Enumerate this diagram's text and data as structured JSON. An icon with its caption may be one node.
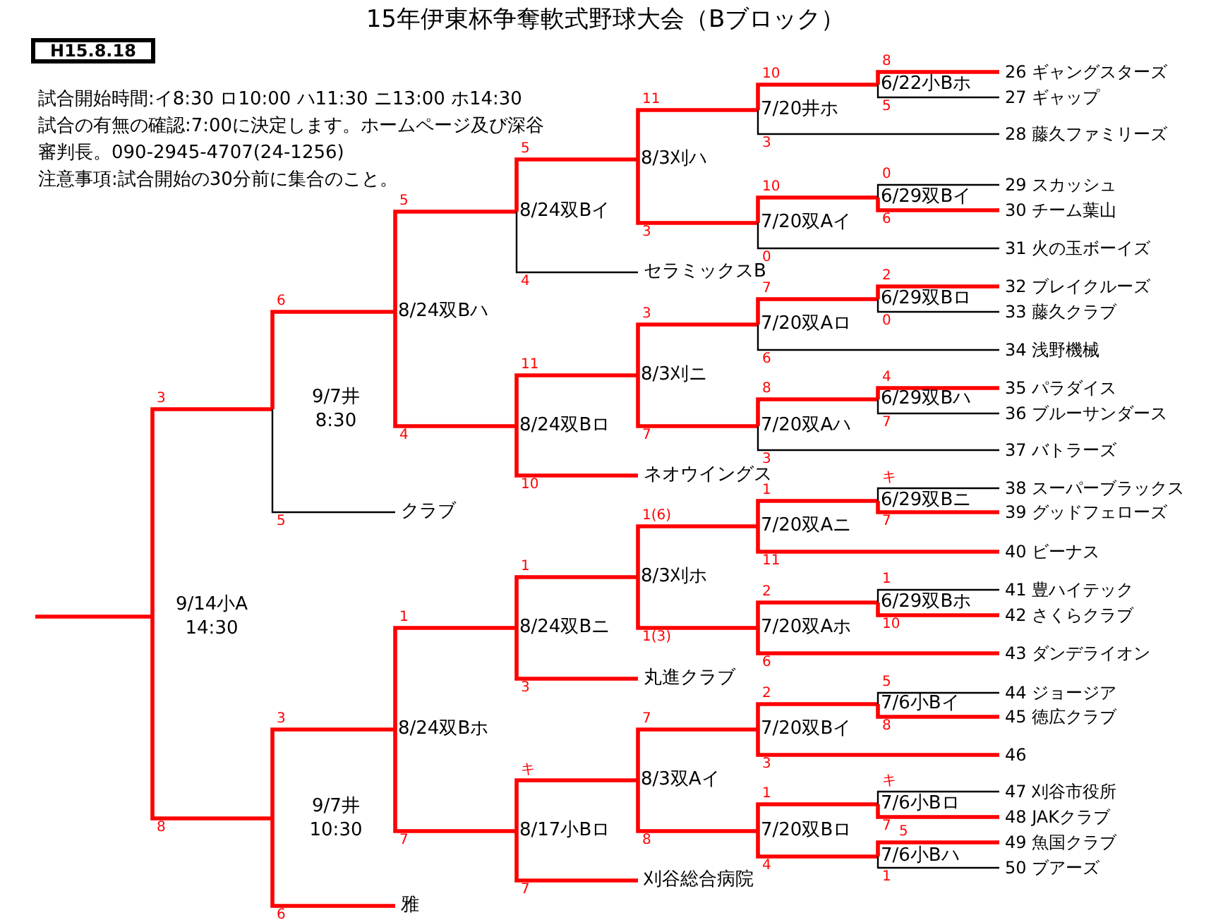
{
  "diagram": {
    "title": "15年伊東杯争奪軟式野球大会（Bブロック）",
    "nodes": [
      {
        "text": [
          "H15.8.18"
        ]
      },
      {
        "text": [
          "9/14小A 14:30"
        ]
      },
      {
        "text": [
          "9/7井 8:30"
        ]
      },
      {
        "text": [
          "9/7井 10:30"
        ]
      },
      {
        "text": [
          "8/24双Bハ"
        ]
      },
      {
        "text": [
          "8/24双Bホ"
        ]
      },
      {
        "text": [
          "8/24双Bイ"
        ]
      },
      {
        "text": [
          "8/24双Bロ"
        ]
      },
      {
        "text": [
          "8/24双Bニ"
        ]
      },
      {
        "text": [
          "8/17小Bロ"
        ]
      },
      {
        "text": [
          "8/3刈ハ"
        ]
      },
      {
        "text": [
          "8/3刈ニ"
        ]
      },
      {
        "text": [
          "8/3刈ホ"
        ]
      },
      {
        "text": [
          "8/3双Aイ"
        ]
      },
      {
        "text": [
          "7/20井ホ"
        ]
      },
      {
        "text": [
          "7/20双Aイ"
        ]
      },
      {
        "text": [
          "7/20双Aロ"
        ]
      },
      {
        "text": [
          "7/20双Aハ"
        ]
      },
      {
        "text": [
          "7/20双Aニ"
        ]
      },
      {
        "text": [
          "7/20双Aホ"
        ]
      },
      {
        "text": [
          "7/20双Bイ"
        ]
      },
      {
        "text": [
          "7/20双Bロ"
        ]
      },
      {
        "text": [
          "6/22小Bホ"
        ]
      },
      {
        "text": [
          "6/29双Bイ"
        ]
      },
      {
        "text": [
          "6/29双Bロ"
        ]
      },
      {
        "text": [
          "6/29双Bハ"
        ]
      },
      {
        "text": [
          "6/29双Bニ"
        ]
      },
      {
        "text": [
          "6/29双Bホ"
        ]
      },
      {
        "text": [
          "7/6小Bイ"
        ]
      },
      {
        "text": [
          "7/6小Bロ"
        ]
      },
      {
        "text": [
          "7/6小Bハ"
        ]
      },
      {
        "text": [
          "26 ギャングスターズ"
        ]
      },
      {
        "text": [
          "27 ギャップ"
        ]
      },
      {
        "text": [
          "28 藤久ファミリーズ"
        ]
      },
      {
        "text": [
          "29 スカッシュ"
        ]
      },
      {
        "text": [
          "30 チーム葉山"
        ]
      },
      {
        "text": [
          "31 火の玉ボーイズ"
        ]
      },
      {
        "text": [
          "32 ブレイクルーズ"
        ]
      },
      {
        "text": [
          "33 藤久クラブ"
        ]
      },
      {
        "text": [
          "34 浅野機械"
        ]
      },
      {
        "text": [
          "35 パラダイス"
        ]
      },
      {
        "text": [
          "36 ブルーサンダース"
        ]
      },
      {
        "text": [
          "37 バトラーズ"
        ]
      },
      {
        "text": [
          "38 スーパーブラックス"
        ]
      },
      {
        "text": [
          "39 グッドフェローズ"
        ]
      },
      {
        "text": [
          "40 ビーナス"
        ]
      },
      {
        "text": [
          "41 豊ハイテック"
        ]
      },
      {
        "text": [
          "42 さくらクラブ"
        ]
      },
      {
        "text": [
          "43 ダンデライオン"
        ]
      },
      {
        "text": [
          "44 ジョージア"
        ]
      },
      {
        "text": [
          "45 徳広クラブ"
        ]
      },
      {
        "text": [
          "46"
        ]
      },
      {
        "text": [
          "47 刈谷市役所"
        ]
      },
      {
        "text": [
          "48 JAKクラブ"
        ]
      },
      {
        "text": [
          "49 魚国クラブ"
        ]
      },
      {
        "text": [
          "50 ブアーズ"
        ]
      },
      {
        "text": [
          "セラミックスB"
        ]
      },
      {
        "text": [
          "ネオウイングス"
        ]
      },
      {
        "text": [
          "丸進クラブ"
        ]
      },
      {
        "text": [
          "刈谷総合病院"
        ]
      },
      {
        "text": [
          "クラブ"
        ]
      },
      {
        "text": [
          "雅"
        ]
      }
    ],
    "edges": [
      {
        "from": 1,
        "to": null,
        "arrow": "none"
      },
      {
        "from": 2,
        "to": 1,
        "arrow": "none",
        "label": "3"
      },
      {
        "from": 3,
        "to": 1,
        "arrow": "none",
        "label": "8"
      },
      {
        "from": 4,
        "to": 2,
        "arrow": "none",
        "label": "6"
      },
      {
        "from": 60,
        "to": 2,
        "arrow": "none",
        "label": "5",
        "color": "#000000"
      },
      {
        "from": 5,
        "to": 3,
        "arrow": "none",
        "label": "3"
      },
      {
        "from": 61,
        "to": 3,
        "arrow": "none",
        "label": "6"
      },
      {
        "from": 6,
        "to": 4,
        "arrow": "none",
        "label": "5"
      },
      {
        "from": 7,
        "to": 4,
        "arrow": "none",
        "label": "4"
      },
      {
        "from": 8,
        "to": 5,
        "arrow": "none",
        "label": "1"
      },
      {
        "from": 9,
        "to": 5,
        "arrow": "none",
        "label": "7"
      },
      {
        "from": 10,
        "to": 6,
        "arrow": "none",
        "label": "5"
      },
      {
        "from": 56,
        "to": 6,
        "arrow": "none",
        "label": "4",
        "color": "#000000"
      },
      {
        "from": 11,
        "to": 7,
        "arrow": "none",
        "label": "11"
      },
      {
        "from": 57,
        "to": 7,
        "arrow": "none",
        "label": "10"
      },
      {
        "from": 12,
        "to": 8,
        "arrow": "none",
        "label": "1"
      },
      {
        "from": 58,
        "to": 8,
        "arrow": "none",
        "label": "3"
      },
      {
        "from": 13,
        "to": 9,
        "arrow": "none",
        "label": "キ"
      },
      {
        "from": 59,
        "to": 9,
        "arrow": "none",
        "label": "7"
      },
      {
        "from": 14,
        "to": 10,
        "arrow": "none",
        "label": "11"
      },
      {
        "from": 15,
        "to": 10,
        "arrow": "none",
        "label": "3"
      },
      {
        "from": 16,
        "to": 11,
        "arrow": "none",
        "label": "3"
      },
      {
        "from": 17,
        "to": 11,
        "arrow": "none",
        "label": "7"
      },
      {
        "from": 18,
        "to": 12,
        "arrow": "none",
        "label": "1(6)"
      },
      {
        "from": 19,
        "to": 12,
        "arrow": "none",
        "label": "1(3)"
      },
      {
        "from": 20,
        "to": 13,
        "arrow": "none",
        "label": "7"
      },
      {
        "from": 21,
        "to": 13,
        "arrow": "none",
        "label": "8"
      },
      {
        "from": 22,
        "to": 14,
        "arrow": "none",
        "label": "10"
      },
      {
        "from": 33,
        "to": 14,
        "arrow": "none",
        "label": "3",
        "color": "#000000"
      },
      {
        "from": 23,
        "to": 15,
        "arrow": "none",
        "label": "10"
      },
      {
        "from": 36,
        "to": 15,
        "arrow": "none",
        "label": "0",
        "color": "#000000"
      },
      {
        "from": 24,
        "to": 16,
        "arrow": "none",
        "label": "7"
      },
      {
        "from": 39,
        "to": 16,
        "arrow": "none",
        "label": "6",
        "color": "#000000"
      },
      {
        "from": 25,
        "to": 17,
        "arrow": "none",
        "label": "8"
      },
      {
        "from": 42,
        "to": 17,
        "arrow": "none",
        "label": "3",
        "color": "#000000"
      },
      {
        "from": 26,
        "to": 18,
        "arrow": "none",
        "label": "1"
      },
      {
        "from": 45,
        "to": 18,
        "arrow": "none",
        "label": "11"
      },
      {
        "from": 27,
        "to": 19,
        "arrow": "none",
        "label": "2"
      },
      {
        "from": 48,
        "to": 19,
        "arrow": "none",
        "label": "6"
      },
      {
        "from": 28,
        "to": 20,
        "arrow": "none",
        "label": "2"
      },
      {
        "from": 51,
        "to": 20,
        "arrow": "none",
        "label": "3"
      },
      {
        "from": 29,
        "to": 21,
        "arrow": "none",
        "label": "1"
      },
      {
        "from": 30,
        "to": 21,
        "arrow": "none",
        "label": "4"
      },
      {
        "from": 31,
        "to": 22,
        "arrow": "none",
        "label": "8"
      },
      {
        "from": 32,
        "to": 22,
        "arrow": "none",
        "label": "5",
        "color": "#000000"
      },
      {
        "from": 34,
        "to": 23,
        "arrow": "none",
        "label": "0",
        "color": "#000000"
      },
      {
        "from": 35,
        "to": 23,
        "arrow": "none",
        "label": "6"
      },
      {
        "from": 37,
        "to": 24,
        "arrow": "none",
        "label": "2"
      },
      {
        "from": 38,
        "to": 24,
        "arrow": "none",
        "label": "0",
        "color": "#000000"
      },
      {
        "from": 40,
        "to": 25,
        "arrow": "none",
        "label": "4"
      },
      {
        "from": 41,
        "to": 25,
        "arrow": "none",
        "label": "7",
        "color": "#000000"
      },
      {
        "from": 43,
        "to": 26,
        "arrow": "none",
        "label": "キ",
        "color": "#000000"
      },
      {
        "from": 44,
        "to": 26,
        "arrow": "none",
        "label": "7"
      },
      {
        "from": 46,
        "to": 27,
        "arrow": "none",
        "label": "1",
        "color": "#000000"
      },
      {
        "from": 47,
        "to": 27,
        "arrow": "none",
        "label": "10"
      },
      {
        "from": 49,
        "to": 28,
        "arrow": "none",
        "label": "5",
        "color": "#000000"
      },
      {
        "from": 50,
        "to": 28,
        "arrow": "none",
        "label": "8"
      },
      {
        "from": 52,
        "to": 29,
        "arrow": "none",
        "label": "キ",
        "color": "#000000"
      },
      {
        "from": 53,
        "to": 29,
        "arrow": "none",
        "label": "7"
      },
      {
        "from": 54,
        "to": 30,
        "arrow": "none",
        "label": "5"
      },
      {
        "from": 55,
        "to": 30,
        "arrow": "none",
        "label": "1",
        "color": "#000000"
      }
    ],
    "labels": [
      "試合開始時間:イ8:30 ロ10:00 ハ11:30 ニ13:00 ホ14:30",
      "試合の有無の確認:7:00に決定します。ホームページ及び深谷審判長。090-2945-4707(24-1256)",
      "注意事項:試合開始の30分前に集合のこと。"
    ]
  }
}
